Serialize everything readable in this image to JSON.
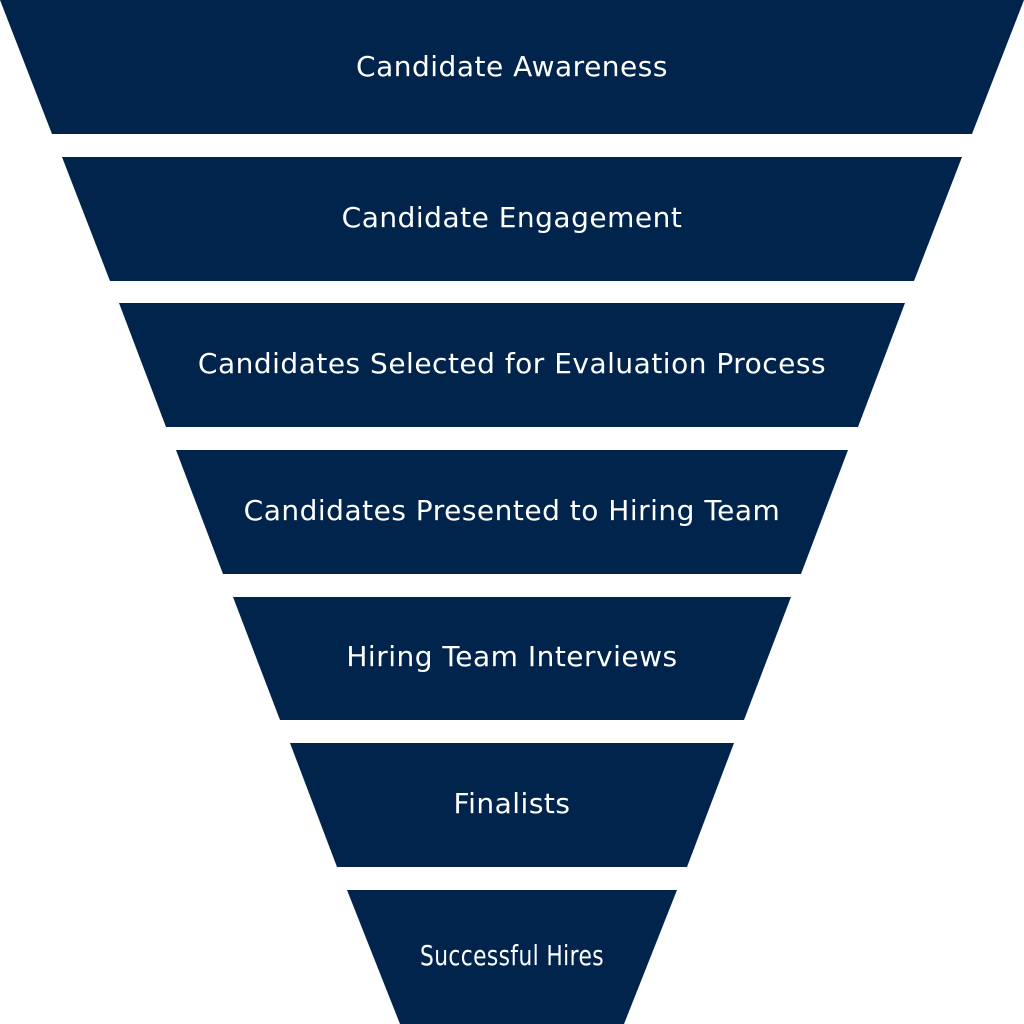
{
  "colors": {
    "background": "#ffffff",
    "stage_fill": "#01244d",
    "stage_text": "#ffffff"
  },
  "funnel": {
    "stages": [
      {
        "label": "Candidate Awareness"
      },
      {
        "label": "Candidate Engagement"
      },
      {
        "label": "Candidates Selected for Evaluation Process"
      },
      {
        "label": "Candidates Presented to Hiring Team"
      },
      {
        "label": "Hiring Team Interviews"
      },
      {
        "label": "Finalists"
      },
      {
        "label": "Successful Hires"
      }
    ]
  }
}
